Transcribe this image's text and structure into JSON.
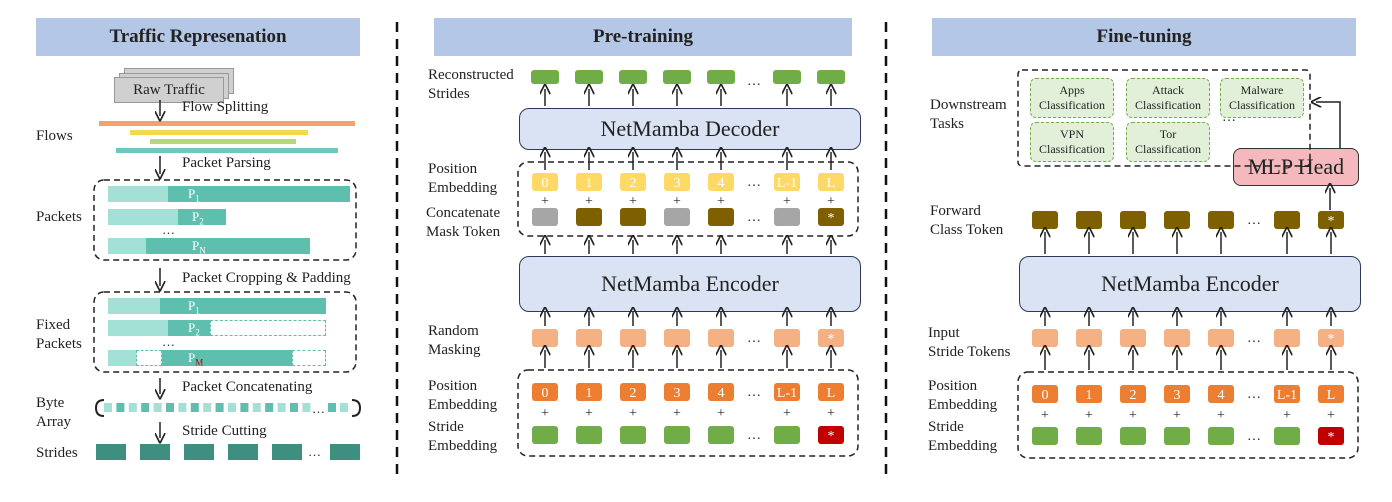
{
  "headers": {
    "traffic": "Traffic Represenation",
    "pretraining": "Pre-training",
    "finetuning": "Fine-tuning"
  },
  "traffic": {
    "raw_traffic": "Raw Traffic",
    "steps": {
      "flow_splitting": "Flow Splitting",
      "packet_parsing": "Packet Parsing",
      "cropping": "Packet Cropping & Padding",
      "concatenating": "Packet Concatenating",
      "stride_cutting": "Stride Cutting"
    },
    "labels": {
      "flows": "Flows",
      "packets": "Packets",
      "fixed_packets_1": "Fixed",
      "fixed_packets_2": "Packets",
      "byte_array_1": "Byte",
      "byte_array_2": "Array",
      "strides": "Strides"
    },
    "packet_names": {
      "p1": "P",
      "p1_sub": "1",
      "p2": "P",
      "p2_sub": "2",
      "pn": "P",
      "pn_sub": "N",
      "pm": "P",
      "pm_sub": "M"
    }
  },
  "pretraining": {
    "reconstructed_1": "Reconstructed",
    "reconstructed_2": "Strides",
    "decoder": "NetMamba Decoder",
    "encoder": "NetMamba Encoder",
    "pos_emb_1": "Position",
    "pos_emb_2": "Embedding",
    "concat_1": "Concatenate",
    "concat_2": "Mask Token",
    "random_1": "Random",
    "random_2": "Masking",
    "stride_emb_1": "Stride",
    "stride_emb_2": "Embedding"
  },
  "finetuning": {
    "downstream_1": "Downstream",
    "downstream_2": "Tasks",
    "tasks": [
      {
        "l1": "Apps",
        "l2": "Classification"
      },
      {
        "l1": "Attack",
        "l2": "Classification"
      },
      {
        "l1": "Malware",
        "l2": "Classification"
      },
      {
        "l1": "VPN",
        "l2": "Classification"
      },
      {
        "l1": "Tor",
        "l2": "Classification"
      }
    ],
    "mlp_head": "MLP Head",
    "forward_1": "Forward",
    "forward_2": "Class Token",
    "encoder": "NetMamba Encoder",
    "input_1": "Input",
    "input_2": "Stride Tokens",
    "pos_emb_1": "Position",
    "pos_emb_2": "Embedding",
    "stride_emb_1": "Stride",
    "stride_emb_2": "Embedding"
  },
  "position_labels": [
    "0",
    "1",
    "2",
    "3",
    "4",
    "L-1",
    "L"
  ],
  "ellipsis": "…",
  "star": "*",
  "plus": "+",
  "colors": {
    "header": "#b4c7e7",
    "green": "#70ad47",
    "dark_olive": "#7f6000",
    "gray": "#a6a6a6",
    "yellow": "#ffd966",
    "orange": "#ed7d31",
    "peach": "#f4b183",
    "red": "#c00000",
    "teal": "#5fbfae",
    "light_teal": "#a3e0d6",
    "dark_teal": "#3e8f80"
  }
}
